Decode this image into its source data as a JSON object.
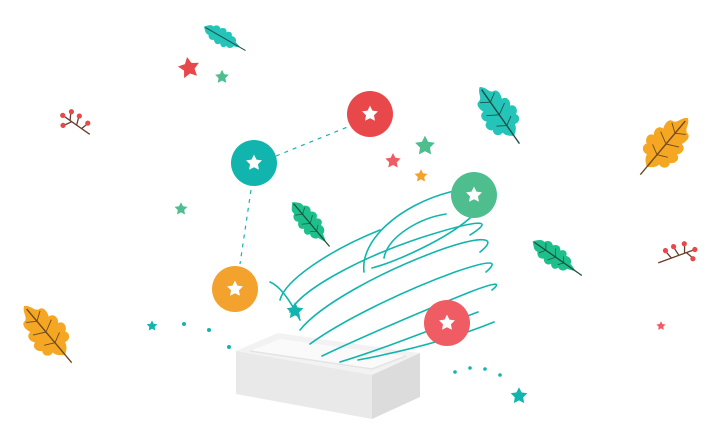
{
  "colors": {
    "teal": "#12B5AE",
    "red": "#E8484A",
    "green": "#4FBE8E",
    "orange": "#F2A22D",
    "coral": "#EF5C64",
    "leaf_orange": "#F5A623",
    "leaf_teal": "#24C4B8",
    "leaf_green": "#1DBF8A",
    "berry": "#E8484A",
    "box_light": "#EEEEEE",
    "box_side": "#E0E0E0",
    "box_inner": "#F6F6F6",
    "star_white": "#FFFFFF"
  },
  "illustration": {
    "badges": [
      {
        "name": "teal-star-badge",
        "color": "teal"
      },
      {
        "name": "red-star-badge",
        "color": "red"
      },
      {
        "name": "green-star-badge",
        "color": "green"
      },
      {
        "name": "orange-star-badge",
        "color": "orange"
      },
      {
        "name": "coral-star-badge",
        "color": "coral"
      }
    ],
    "icons": [
      "star-icon",
      "autumn-leaf-icon",
      "teal-leaf-icon",
      "berry-branch-icon",
      "empty-box-icon",
      "swirl-lines"
    ]
  }
}
